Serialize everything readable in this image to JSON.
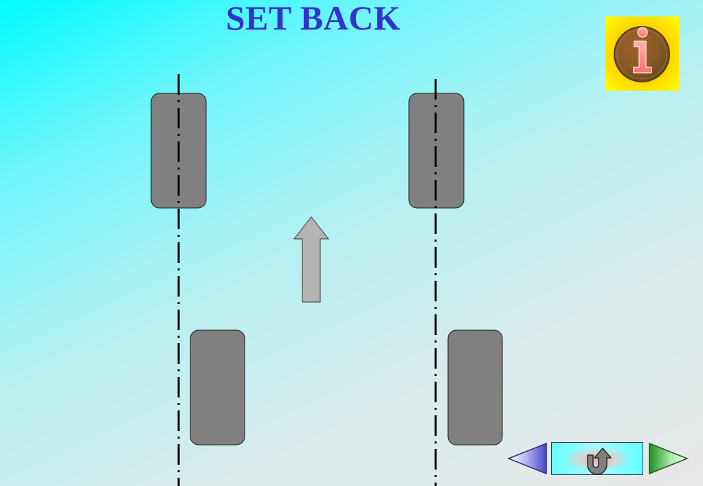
{
  "slide": {
    "title": "SET BACK"
  },
  "buttons": {
    "info": {
      "icon": "info-icon",
      "letter": "i"
    },
    "previous": {
      "icon": "triangle-left-icon"
    },
    "return": {
      "icon": "u-turn-arrow-icon"
    },
    "next": {
      "icon": "triangle-right-icon"
    }
  },
  "colors": {
    "title": "#3333cc",
    "block_fill": "#808080",
    "arrow_fill": "#b3b3b3",
    "centerline": "#000000",
    "info_bg": "#ffcc00",
    "prev_button": "#6666dd",
    "next_button": "#33aa33"
  },
  "diagram": {
    "blocks": 4,
    "centerlines": 2,
    "direction_arrow": "up-arrow-icon"
  }
}
